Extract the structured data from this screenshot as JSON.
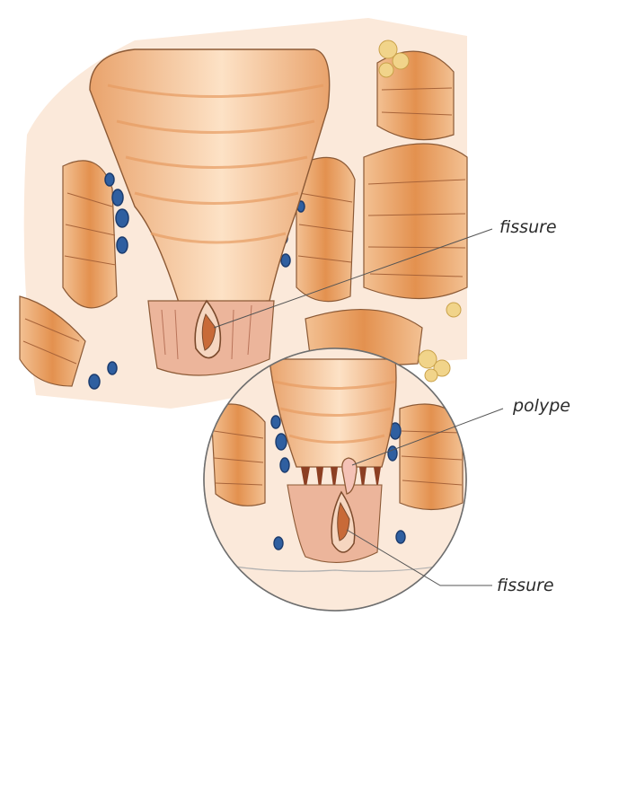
{
  "labels": {
    "fissure_top": "fissure",
    "polype": "polype",
    "fissure_bottom": "fissure"
  },
  "colors": {
    "muscle": "#e49a5f",
    "muscle_light": "#f2bd8b",
    "canal": "#f5c39a",
    "canal_highlight": "#fde7d2",
    "mucosa": "#ecb59b",
    "vein": "#2f5fa0",
    "fat": "#f1d48a",
    "outline": "#8c5a36",
    "leader": "#555555"
  }
}
